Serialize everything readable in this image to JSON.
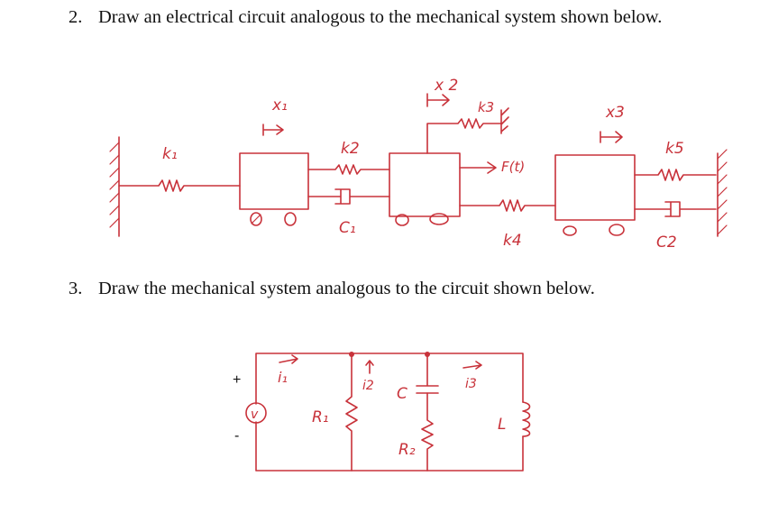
{
  "questions": [
    {
      "number": "2.",
      "text": "Draw an electrical circuit analogous to the mechanical system shown below."
    },
    {
      "number": "3.",
      "text": "Draw the mechanical system analogous to the circuit shown below."
    }
  ],
  "mechanical_labels": {
    "k1": "k₁",
    "k2": "k2",
    "k3": "k3",
    "k4": "k4",
    "k5": "k5",
    "c1": "C₁",
    "c2": "C2",
    "x1": "x₁",
    "x2": "x 2",
    "x3": "x3",
    "force": "F(t)"
  },
  "circuit_labels": {
    "plus": "+",
    "minus": "-",
    "source": "v",
    "i1": "i₁",
    "i2": "i2",
    "i3": "i3",
    "r1": "R₁",
    "r2": "R₂",
    "c": "C",
    "l": "L"
  },
  "colors": {
    "ink": "#c8323a",
    "text": "#111111"
  }
}
